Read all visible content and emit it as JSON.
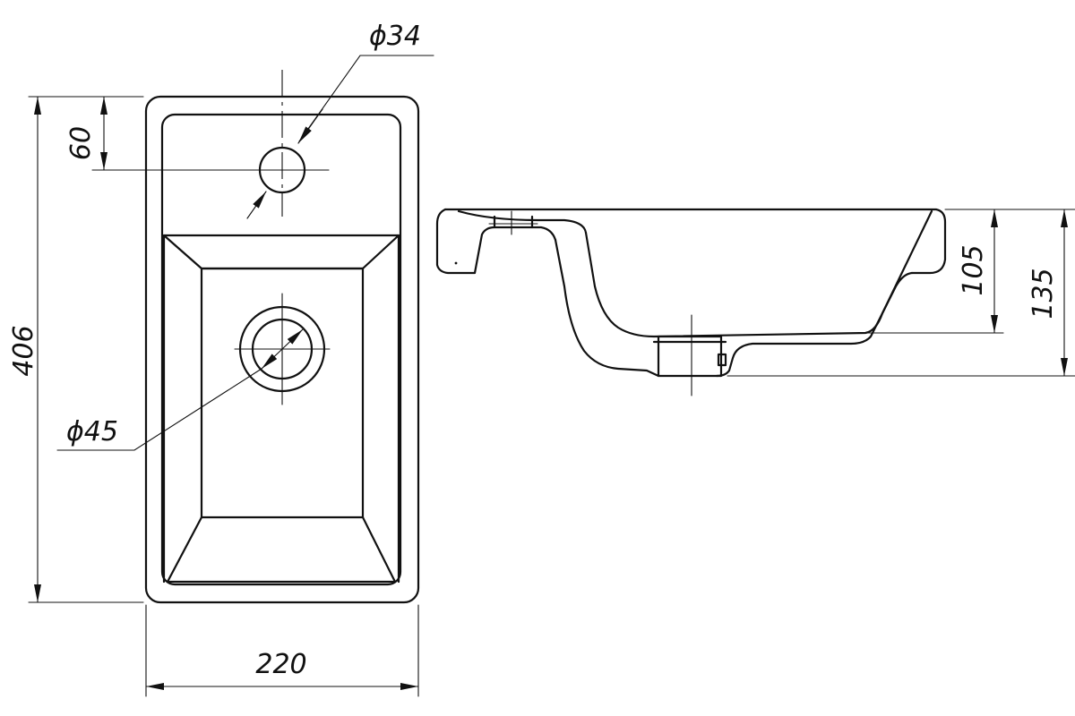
{
  "dimensions": {
    "height_total": "406",
    "faucet_offset": "60",
    "faucet_hole_dia": "ϕ34",
    "drain_dia": "ϕ45",
    "width_total": "220",
    "bowl_depth": "105",
    "overall_depth": "135"
  }
}
